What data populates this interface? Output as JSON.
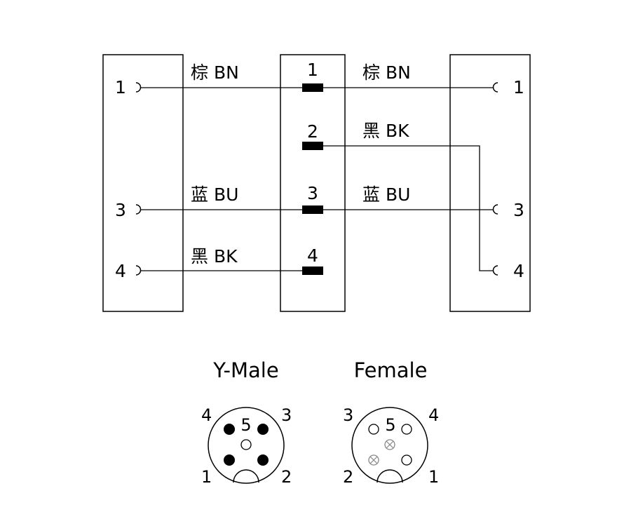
{
  "wiring": {
    "left_pins": [
      "1",
      "3",
      "4"
    ],
    "middle_pins": [
      "1",
      "2",
      "3",
      "4"
    ],
    "right_pins": [
      "1",
      "3",
      "4"
    ],
    "labels_left": {
      "pin1": "棕 BN",
      "pin3": "蓝 BU",
      "pin4": "黑 BK"
    },
    "labels_right": {
      "pin1": "棕 BN",
      "pin2": "黑 BK",
      "pin3": "蓝 BU"
    }
  },
  "connectors": {
    "male": {
      "title": "Y-Male",
      "pin_labels": {
        "tl": "4",
        "tr": "3",
        "bl": "1",
        "br": "2",
        "center": "5"
      }
    },
    "female": {
      "title": "Female",
      "pin_labels": {
        "tl": "3",
        "tr": "4",
        "bl": "2",
        "br": "1",
        "center": "5"
      }
    }
  }
}
